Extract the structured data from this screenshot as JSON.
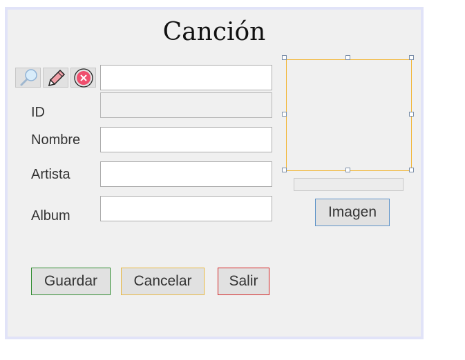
{
  "form": {
    "title": "Canción",
    "toolbar": {
      "search_icon": "magnifier-icon",
      "edit_icon": "pencil-icon",
      "delete_icon": "red-x-circle-icon"
    },
    "search_input": {
      "value": "",
      "placeholder": ""
    },
    "fields": [
      {
        "label": "ID",
        "value": "",
        "disabled": true
      },
      {
        "label": "Nombre",
        "value": ""
      },
      {
        "label": "Artista",
        "value": ""
      },
      {
        "label": "Album",
        "value": ""
      }
    ],
    "image_button": "Imagen",
    "buttons": {
      "save": "Guardar",
      "cancel": "Cancelar",
      "exit": "Salir"
    },
    "colors": {
      "save_border": "#2e8b2e",
      "cancel_border": "#e8b840",
      "exit_border": "#d42020",
      "image_border": "#5b92c8",
      "picture_border": "#f2b636",
      "frame_border": "#e1e3f8"
    }
  }
}
